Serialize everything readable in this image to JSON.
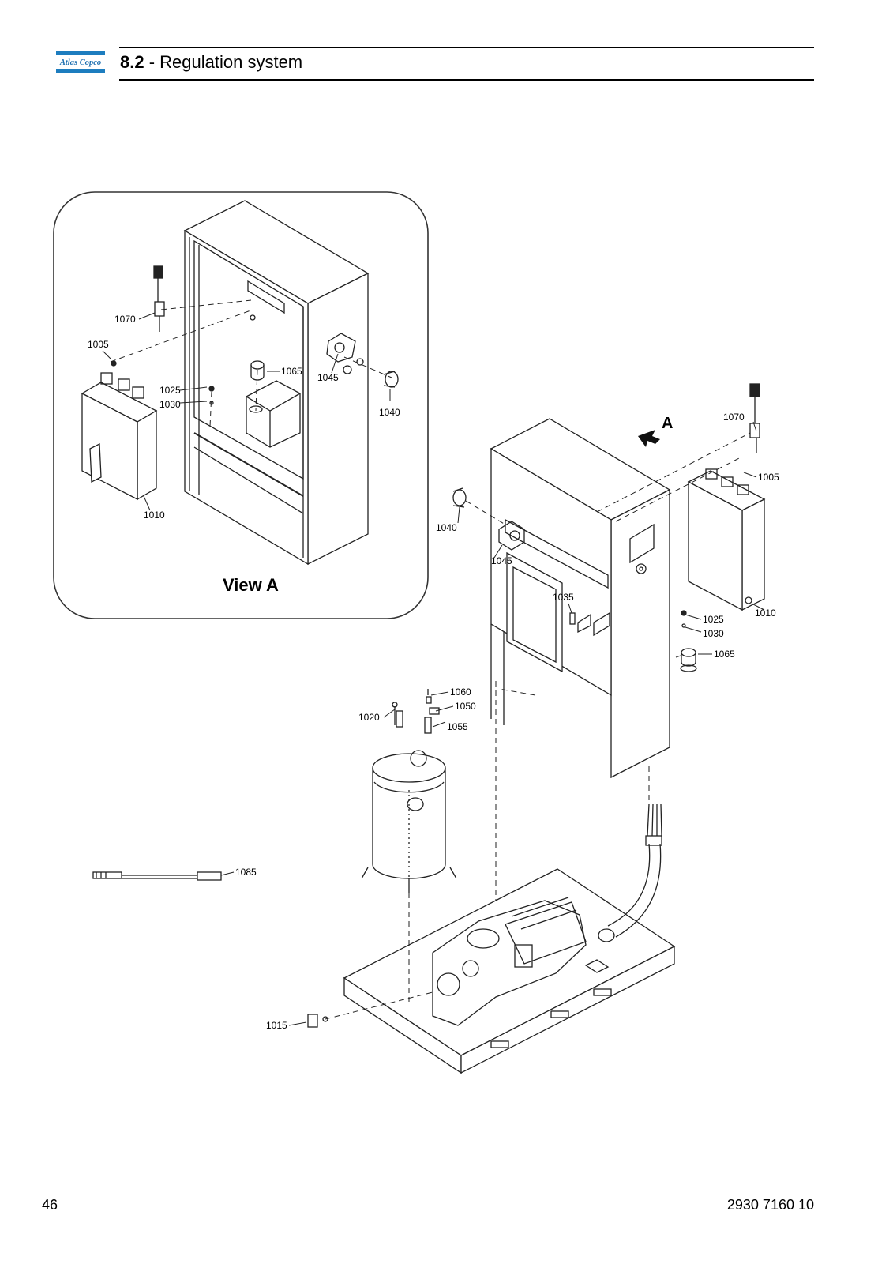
{
  "header": {
    "brand": "Atlas Copco",
    "section_number": "8.2",
    "separator": " - ",
    "section_title": "Regulation system"
  },
  "inset": {
    "view_label": "View A",
    "callouts": [
      "1070",
      "1005",
      "1065",
      "1025",
      "1030",
      "1045",
      "1040",
      "1010"
    ]
  },
  "main_view": {
    "view_marker": "A",
    "callouts": [
      "1070",
      "1005",
      "1010",
      "1025",
      "1030",
      "1065",
      "1040",
      "1045",
      "1035",
      "1060",
      "1050",
      "1020",
      "1055",
      "1085",
      "1015"
    ]
  },
  "footer": {
    "page_number": "46",
    "document_number": "2930 7160 10"
  }
}
